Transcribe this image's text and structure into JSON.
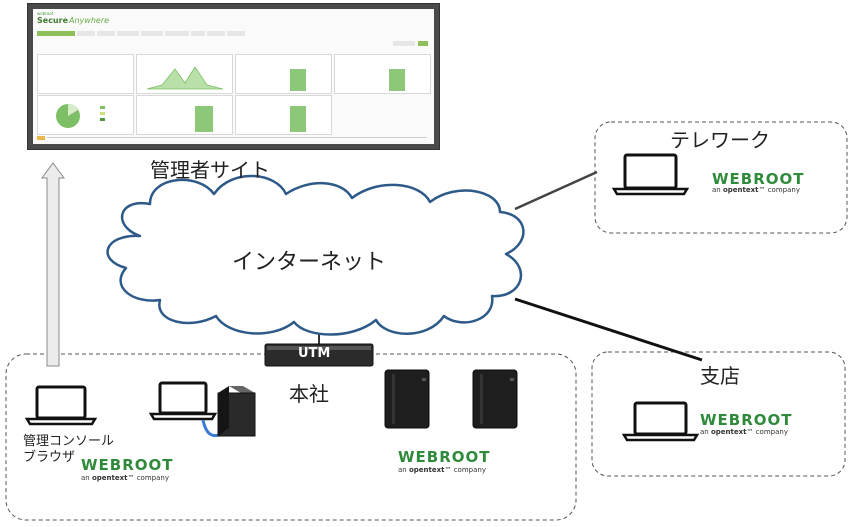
{
  "admin_site": {
    "label": "管理者サイト",
    "brand_secure": "Secure",
    "brand_anywhere": "Anywhere",
    "brand_top": "webroot"
  },
  "internet": {
    "label": "インターネット"
  },
  "telework": {
    "label": "テレワーク"
  },
  "branch": {
    "label": "支店"
  },
  "headquarters": {
    "label": "本社",
    "utm_label": "UTM",
    "console_label_line1": "管理コンソール",
    "console_label_line2": "ブラウザ"
  },
  "webroot_logo": {
    "word": "WEBROOT",
    "tagline_prefix": "an ",
    "tagline_brand": "opentext",
    "tagline_suffix": "™ company"
  },
  "colors": {
    "cloud_stroke": "#2e5a8a",
    "webroot_green": "#2f8a3c",
    "dashed_border": "#555555",
    "arrow_fill": "#ececec",
    "arrow_stroke": "#8a8a8a"
  }
}
